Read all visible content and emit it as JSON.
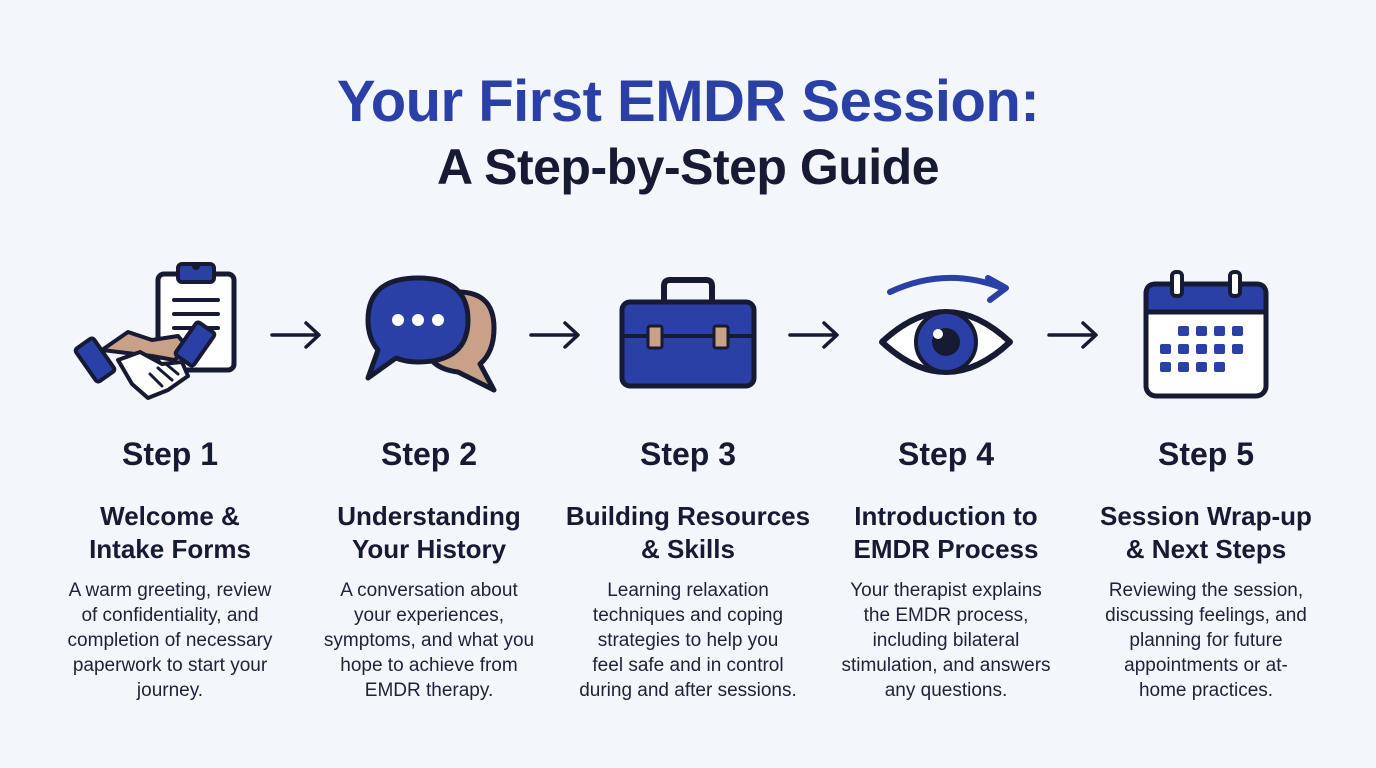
{
  "title": {
    "line1": "Your First EMDR Session:",
    "line2": "A Step-by-Step Guide"
  },
  "colors": {
    "primary_blue": "#2a40a6",
    "dark_navy": "#161a33",
    "skin_tone": "#c9a189",
    "background": "#f3f6fb"
  },
  "steps": [
    {
      "label": "Step 1",
      "icon": "handshake-clipboard-icon",
      "heading_line1": "Welcome &",
      "heading_line2": "Intake Forms",
      "desc_line1": "A warm greeting, review",
      "desc_line2": "of confidentiality, and",
      "desc_line3": "completion of necessary",
      "desc_line4": "paperwork to start your",
      "desc_line5": "journey."
    },
    {
      "label": "Step 2",
      "icon": "speech-bubbles-icon",
      "heading_line1": "Understanding",
      "heading_line2": "Your History",
      "desc_line1": "A conversation about",
      "desc_line2": "your experiences,",
      "desc_line3": "symptoms, and what you",
      "desc_line4": "hope to achieve from",
      "desc_line5": "EMDR therapy."
    },
    {
      "label": "Step 3",
      "icon": "toolbox-icon",
      "heading_line1": "Building Resources",
      "heading_line2": "& Skills",
      "desc_line1": "Learning relaxation",
      "desc_line2": "techniques and coping",
      "desc_line3": "strategies to help you",
      "desc_line4": "feel safe and in control",
      "desc_line5": "during and after sessions."
    },
    {
      "label": "Step 4",
      "icon": "eye-arrow-icon",
      "heading_line1": "Introduction to",
      "heading_line2": "EMDR Process",
      "desc_line1": "Your therapist explains",
      "desc_line2": "the EMDR process,",
      "desc_line3": "including bilateral",
      "desc_line4": "stimulation, and answers",
      "desc_line5": "any questions."
    },
    {
      "label": "Step 5",
      "icon": "calendar-icon",
      "heading_line1": "Session Wrap-up",
      "heading_line2": "& Next Steps",
      "desc_line1": "Reviewing the session,",
      "desc_line2": "discussing feelings, and",
      "desc_line3": "planning for future",
      "desc_line4": "appointments or at-",
      "desc_line5": "home practices."
    }
  ]
}
